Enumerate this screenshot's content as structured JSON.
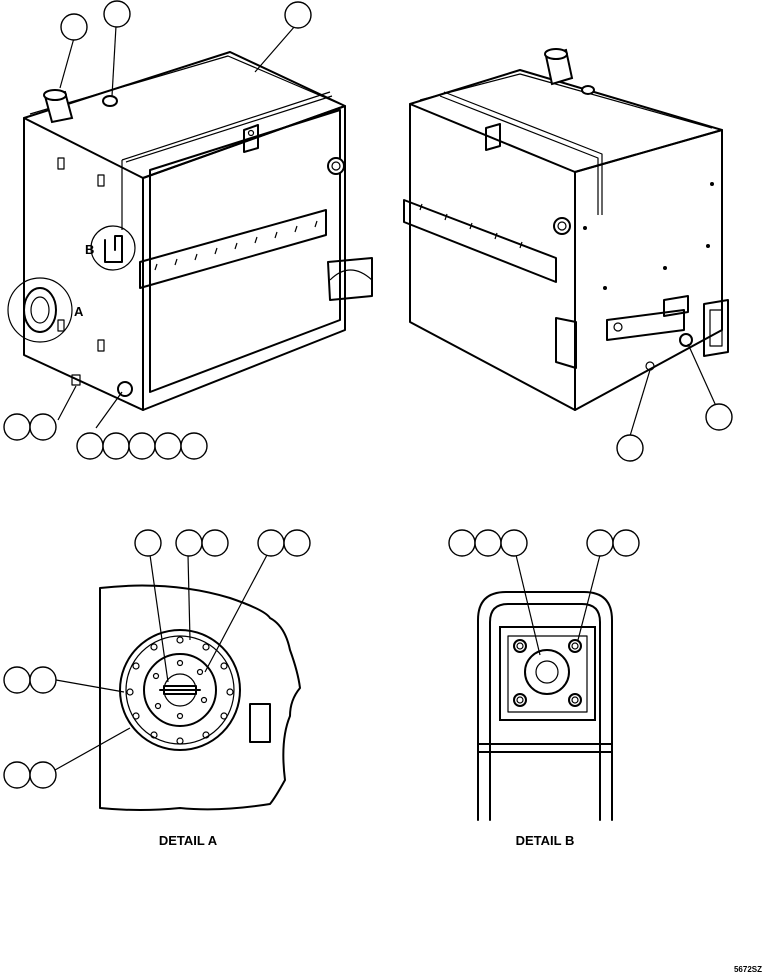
{
  "detail_a_caption": "DETAIL A",
  "detail_b_caption": "DETAIL B",
  "detail_a_marker": "A",
  "detail_b_marker": "B",
  "drawing_number": "5672SZ"
}
